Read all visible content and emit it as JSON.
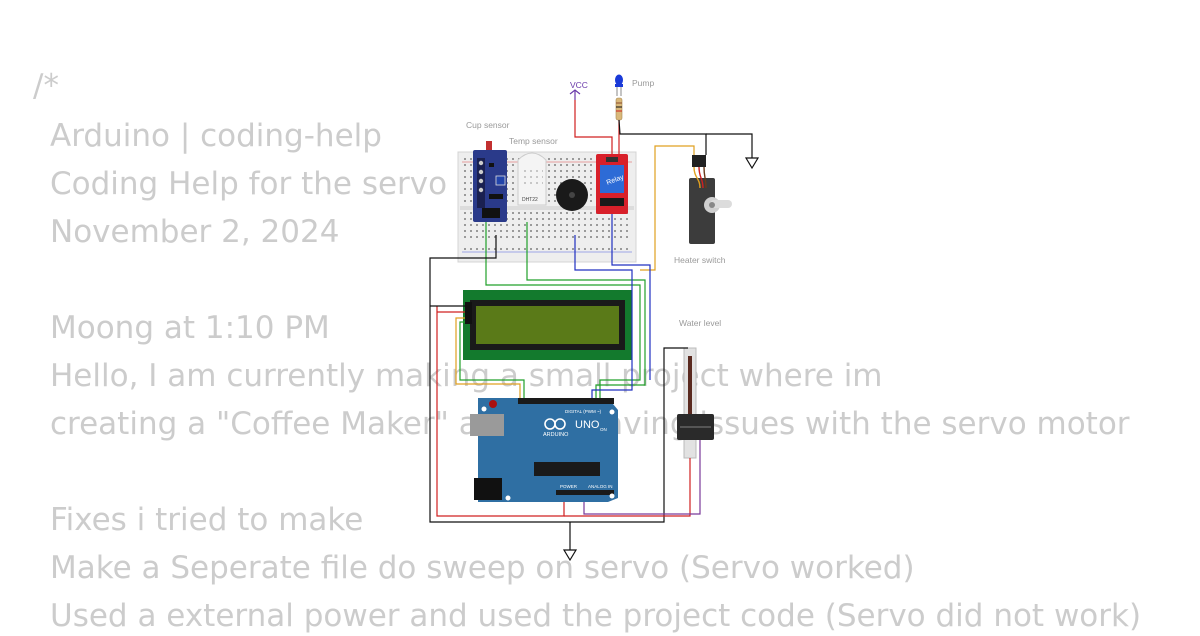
{
  "code": {
    "lines": [
      "/*",
      "Arduino | coding-help",
      "Coding Help for the servo n",
      "November 2, 2024",
      "Moong at 1:10 PM",
      "Hello, I am currently making a small project where im",
      "creating a \"Coffee Maker\" and I'm having issues with the servo motor",
      "Fixes i tried to make",
      "Make a Seperate file do sweep on servo (Servo worked)",
      "Used a external power and used the project code (Servo did not work)"
    ]
  },
  "diagram": {
    "labels": {
      "vcc": "VCC",
      "pump": "Pump",
      "cup_sensor": "Cup sensor",
      "temp_sensor": "Temp sensor",
      "dht": "DHT22",
      "relay": "Relay",
      "heater_switch": "Heater switch",
      "water_level": "Water level",
      "uno": "UNO",
      "arduino": "ARDUINO",
      "digital": "DIGITAL (PWM ~)",
      "analog": "ANALOG IN",
      "power": "POWER",
      "on": "ON"
    },
    "colors": {
      "breadboard": "#eeeeee",
      "arduino": "#2f6fa3",
      "lcd_board": "#137a2d",
      "lcd_screen": "#5a7a18",
      "sensor_board": "#2a3a8a",
      "relay": "#d8202a",
      "servo": "#333333",
      "led": "#1a3ad8",
      "wire_red": "#d02020",
      "wire_black": "#111111",
      "wire_green": "#21a02a",
      "wire_blue": "#2030c0",
      "wire_orange": "#e0a020",
      "wire_purple": "#7a3a9a"
    }
  }
}
